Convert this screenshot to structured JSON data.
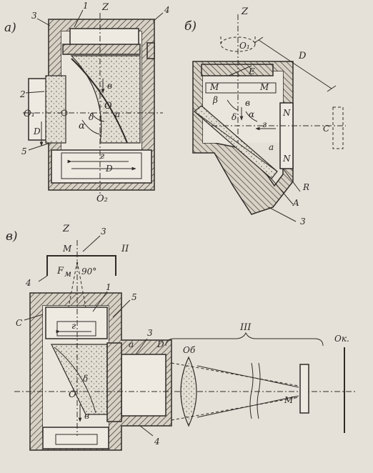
{
  "panels": {
    "a": {
      "tag": "а)",
      "labels": {
        "z": "Z",
        "n1": "1",
        "n2": "2",
        "n3": "3",
        "n4": "4",
        "n5": "5",
        "o": "O",
        "o1": "O₁",
        "o2": "O₂",
        "d_left": "D",
        "d_bottom": "D",
        "alpha": "α",
        "delta": "δ",
        "a": "a",
        "b": "в",
        "g": "г"
      }
    },
    "b": {
      "tag": "б)",
      "labels": {
        "z": "Z",
        "o1": "O₁",
        "e": "E",
        "d": "D",
        "m1": "M",
        "m2": "M",
        "beta": "β",
        "delta": "δ",
        "b": "в",
        "alpha": "α",
        "g": "г",
        "a": "a",
        "n1": "N",
        "n2": "N",
        "c": "C",
        "r": "R",
        "aa": "A",
        "n3": "3"
      }
    },
    "c": {
      "tag": "в)",
      "labels": {
        "z": "Z",
        "n3top": "3",
        "m": "M",
        "fm": "F",
        "fm_sub": "м",
        "deg": "90°",
        "roman2": "II",
        "n4top": "4",
        "n1": "1",
        "n5": "5",
        "c": "C",
        "g": "г",
        "a": "a",
        "n3": "3",
        "d": "D",
        "roman3": "III",
        "ob": "Об",
        "ok": "Ок.",
        "o": "O",
        "delta": "δ",
        "b": "в",
        "mprime": "M'",
        "n4": "4"
      }
    }
  }
}
